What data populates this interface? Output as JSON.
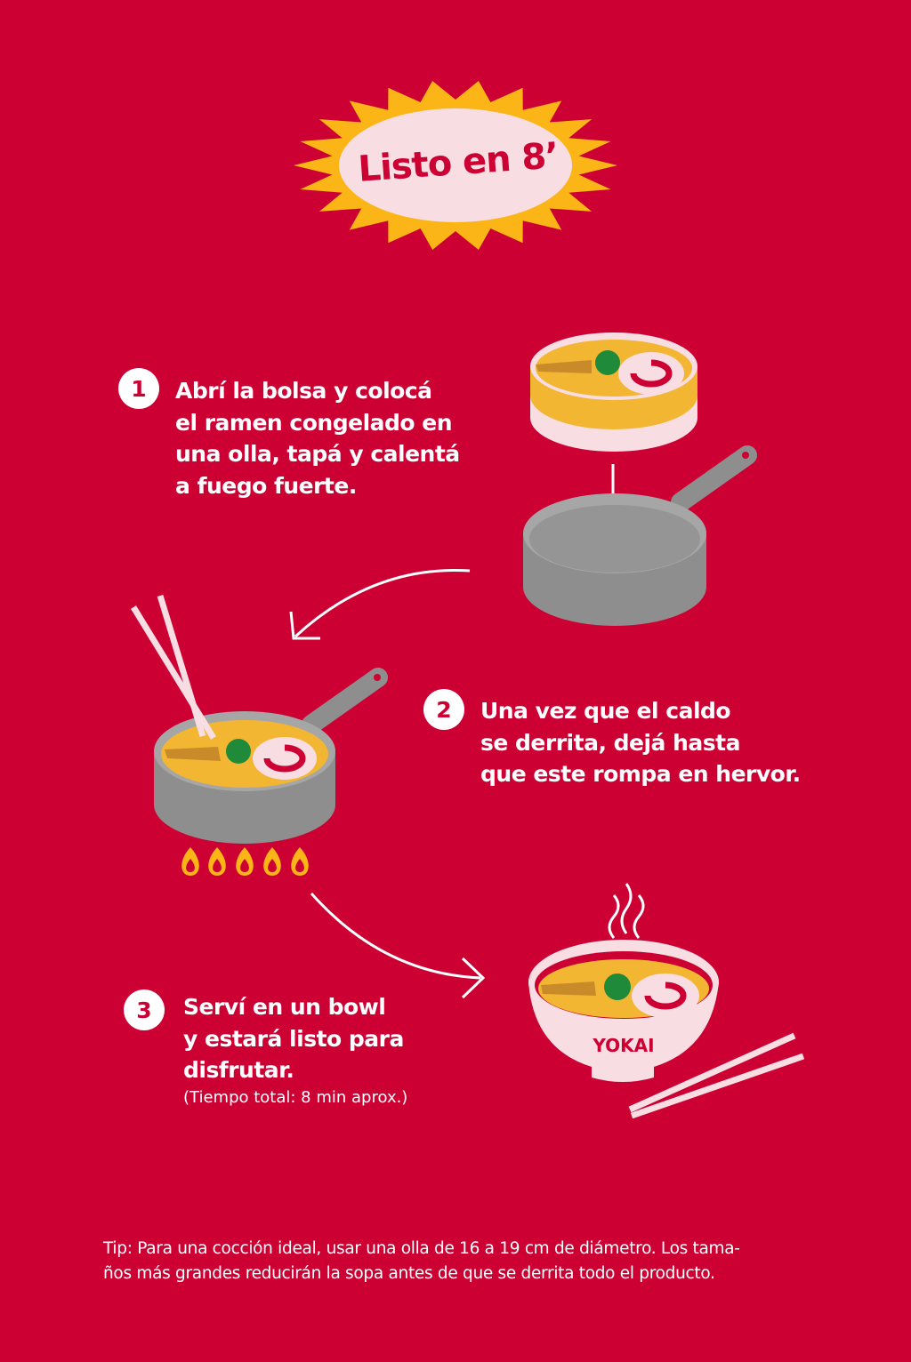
{
  "colors": {
    "background": "#cc0033",
    "burst_fill": "#f8dde3",
    "burst_outline": "#fbb516",
    "text": "#ffffff",
    "pot_grey": "#8e8e8e",
    "noodle": "#f2b632"
  },
  "title": "Listo en 8’",
  "steps": [
    {
      "number": "1",
      "lines": [
        "Abrí la bolsa y colocá",
        "el ramen congelado en",
        "una olla, tapá y calentá",
        "a fuego fuerte."
      ]
    },
    {
      "number": "2",
      "lines": [
        "Una vez que el caldo",
        "se derrita, dejá hasta",
        "que este rompa en hervor."
      ]
    },
    {
      "number": "3",
      "lines": [
        "Serví en un bowl",
        "y estará listo para",
        "disfrutar."
      ],
      "note": "(Tiempo total: 8 min aprox.)"
    }
  ],
  "bowl_brand": "YOKAI",
  "tip": [
    "Tip: Para una cocción ideal, usar una olla de 16 a 19 cm de diámetro. Los tama-",
    "ños más grandes reducirán la sopa antes de que se derrita todo el producto."
  ]
}
